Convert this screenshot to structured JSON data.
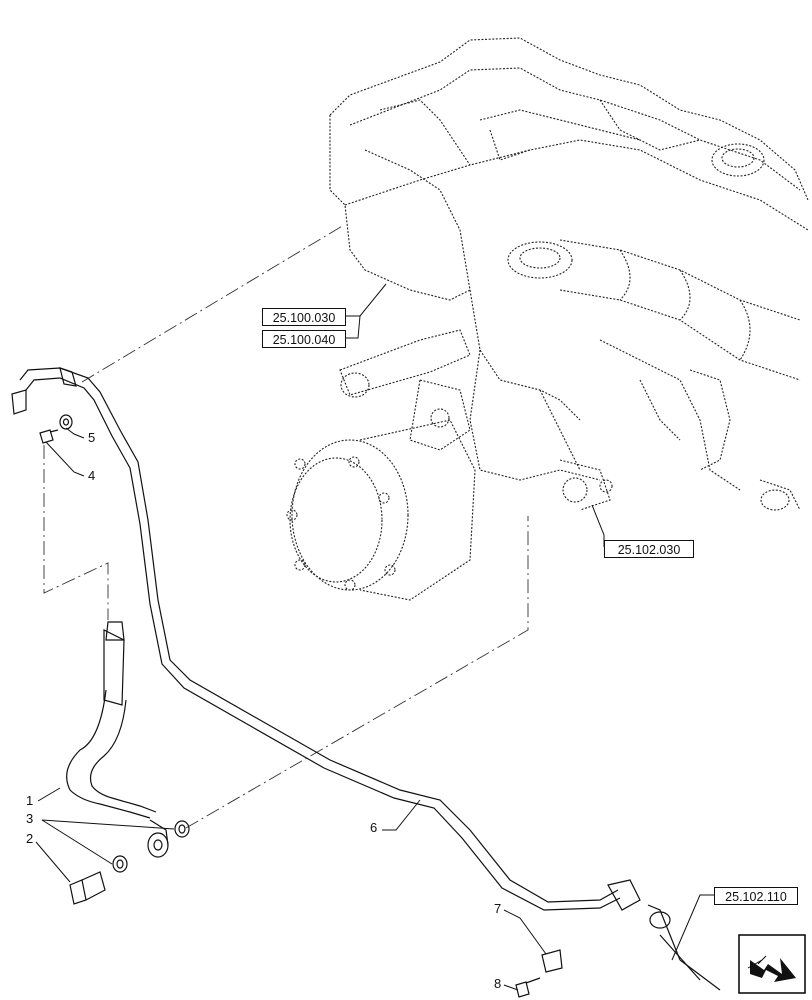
{
  "references": {
    "r1": "25.100.030",
    "r2": "25.100.040",
    "r3": "25.102.030",
    "r4": "25.102.110"
  },
  "callouts": {
    "c1": "1",
    "c2": "2",
    "c3": "3",
    "c4": "4",
    "c5": "5",
    "c6": "6",
    "c7": "7",
    "c8": "8"
  },
  "icons": {
    "navigation": "next-page-arrow-icon"
  },
  "colors": {
    "line": "#111111",
    "background": "#ffffff"
  }
}
